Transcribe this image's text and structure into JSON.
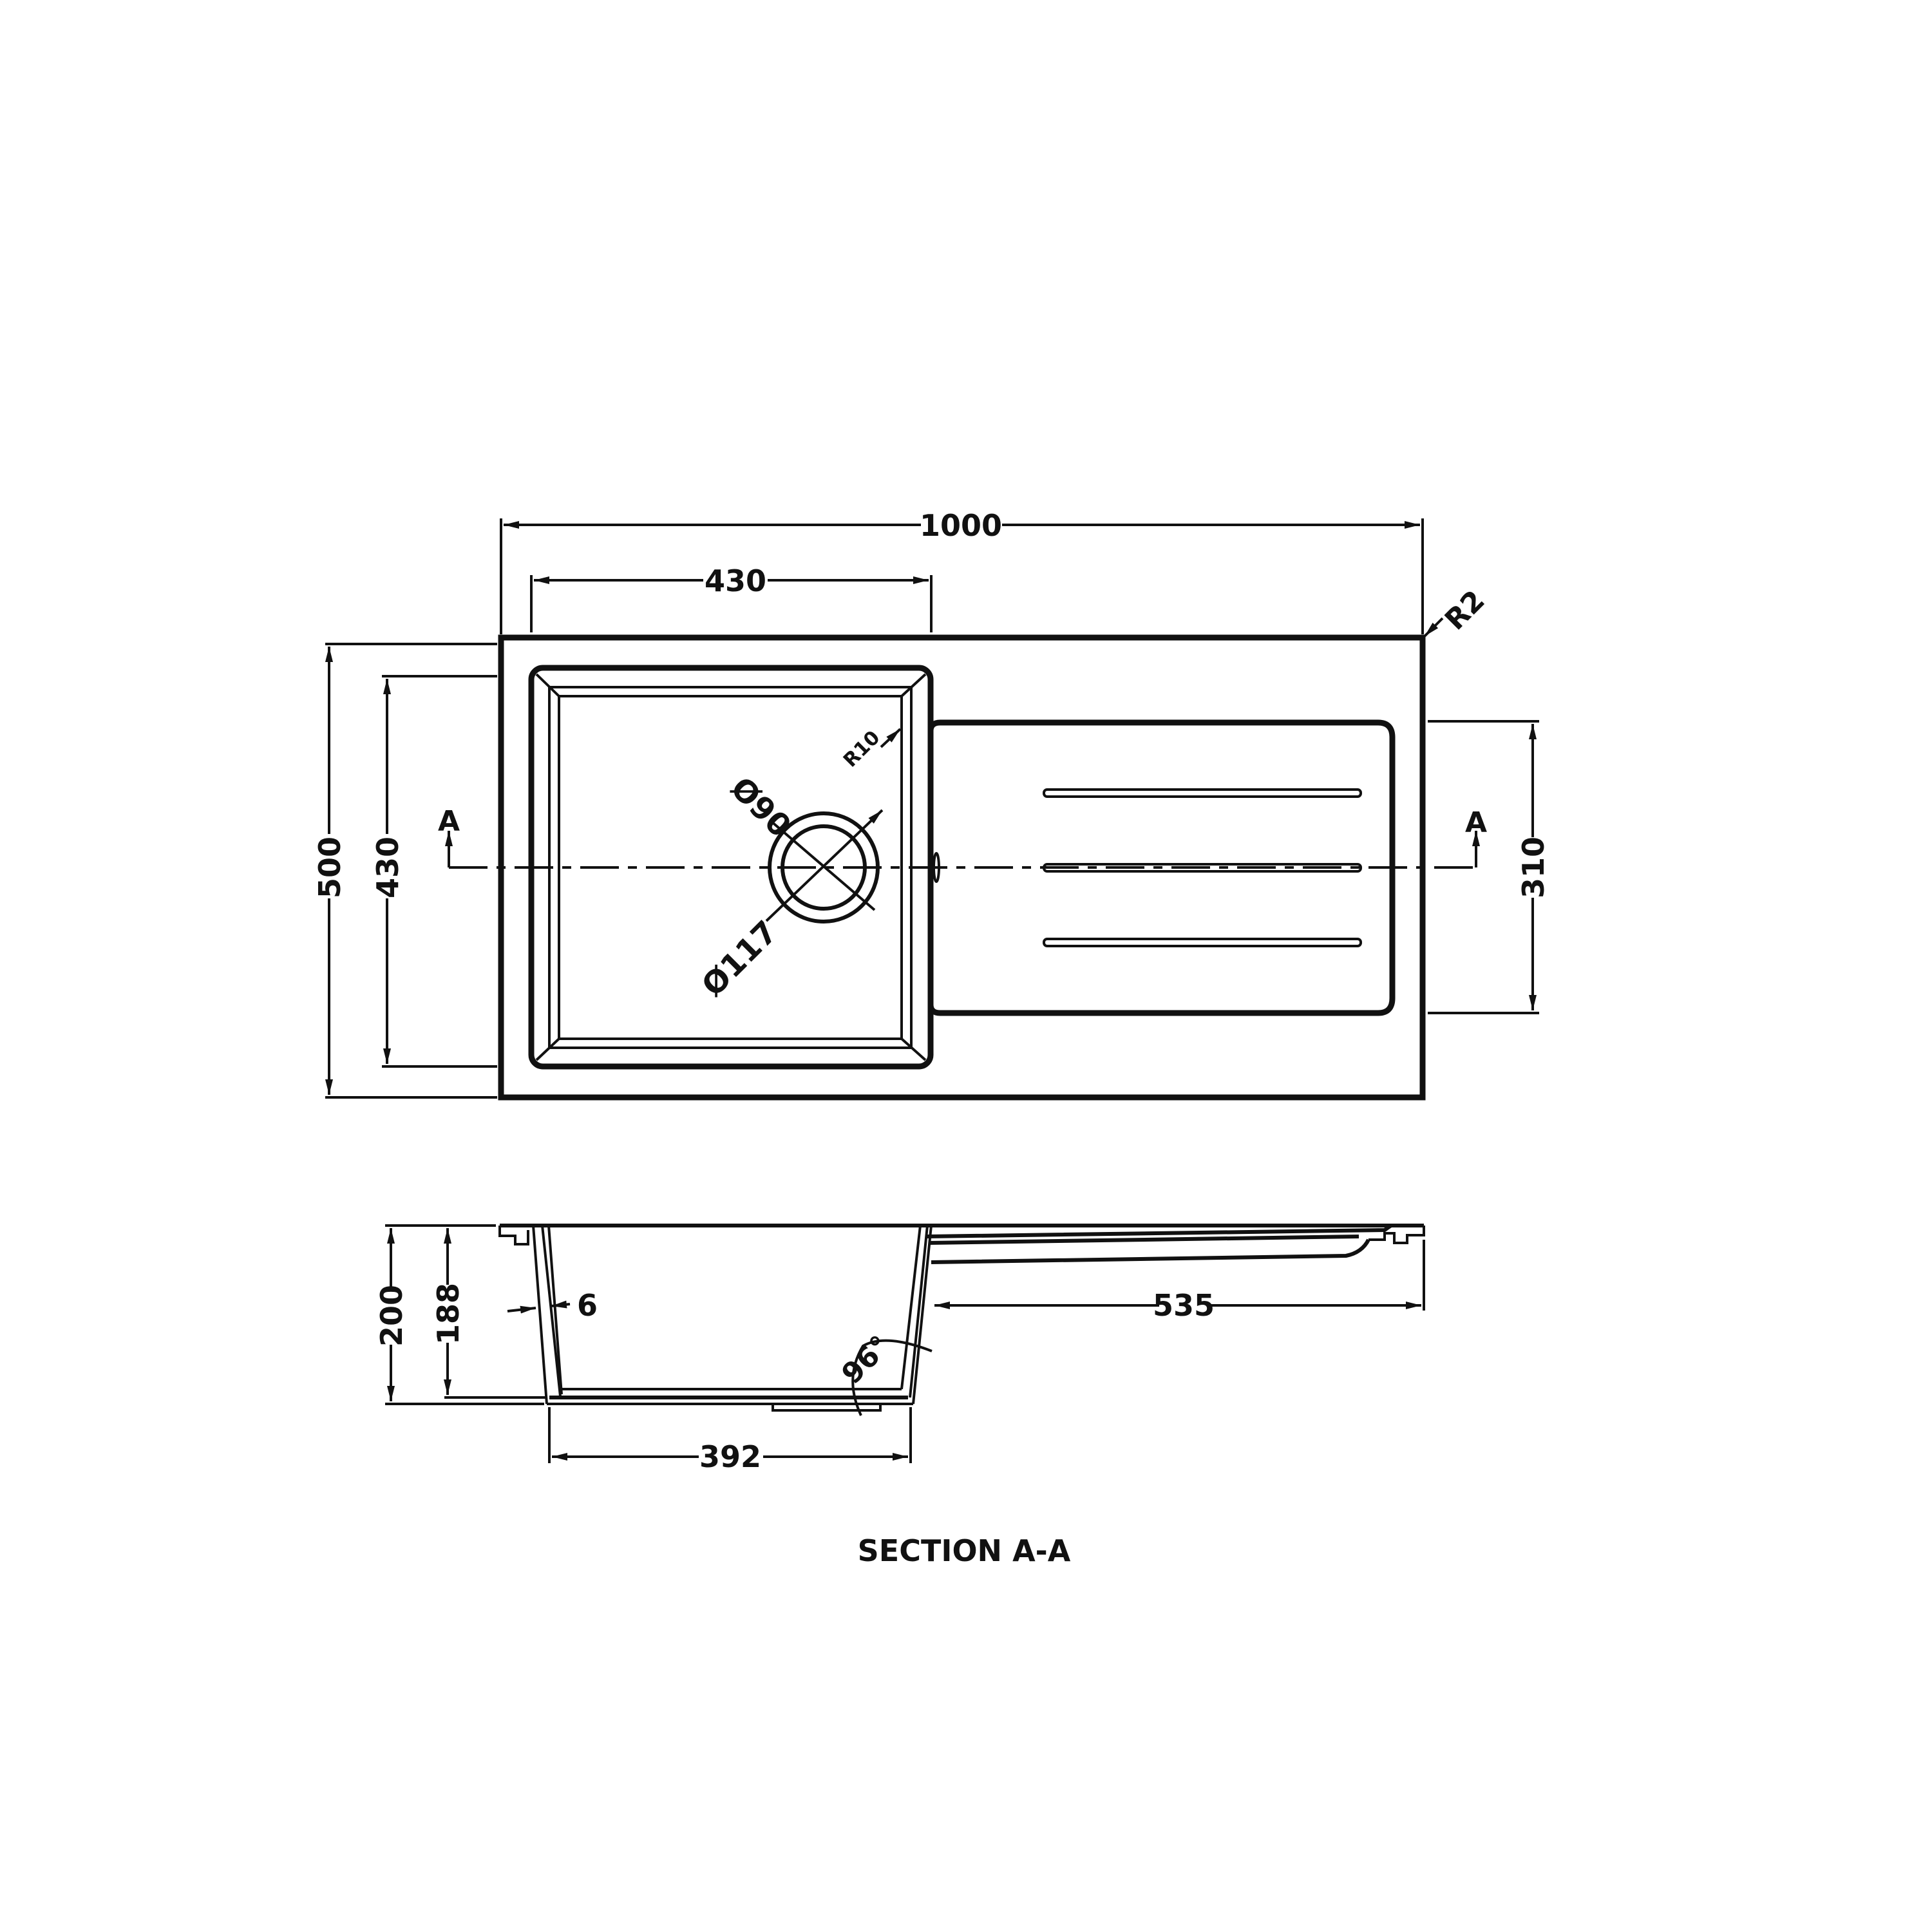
{
  "drawing": {
    "title": "SECTION A-A",
    "section_marker": "A",
    "colors": {
      "line": "#111111",
      "background": "#ffffff"
    },
    "plan_view": {
      "overall_width": "1000",
      "overall_depth": "500",
      "bowl_width": "430",
      "bowl_depth": "430",
      "drainer_depth": "310",
      "corner_radius_outer": "R2",
      "corner_radius_bowl": "R10",
      "drain_inner_diameter": "Ø90",
      "drain_outer_diameter": "Ø117"
    },
    "section_view": {
      "overall_height": "200",
      "bowl_depth": "188",
      "wall_thickness": "6",
      "bowl_base_width": "392",
      "drainer_length": "535",
      "wall_angle": "96°"
    }
  }
}
